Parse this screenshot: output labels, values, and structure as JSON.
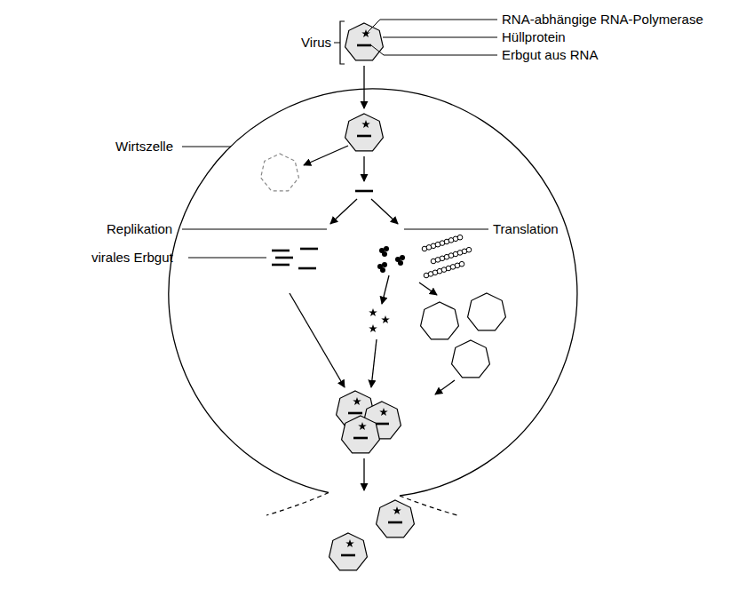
{
  "diagram": {
    "labels": [
      "RNA-abhängige RNA-Polymerase",
      "Virus",
      "Hüllprotein",
      "Erbgut aus RNA",
      "Wirtszelle",
      "Replikation",
      "Translation",
      "virales Erbgut"
    ]
  }
}
